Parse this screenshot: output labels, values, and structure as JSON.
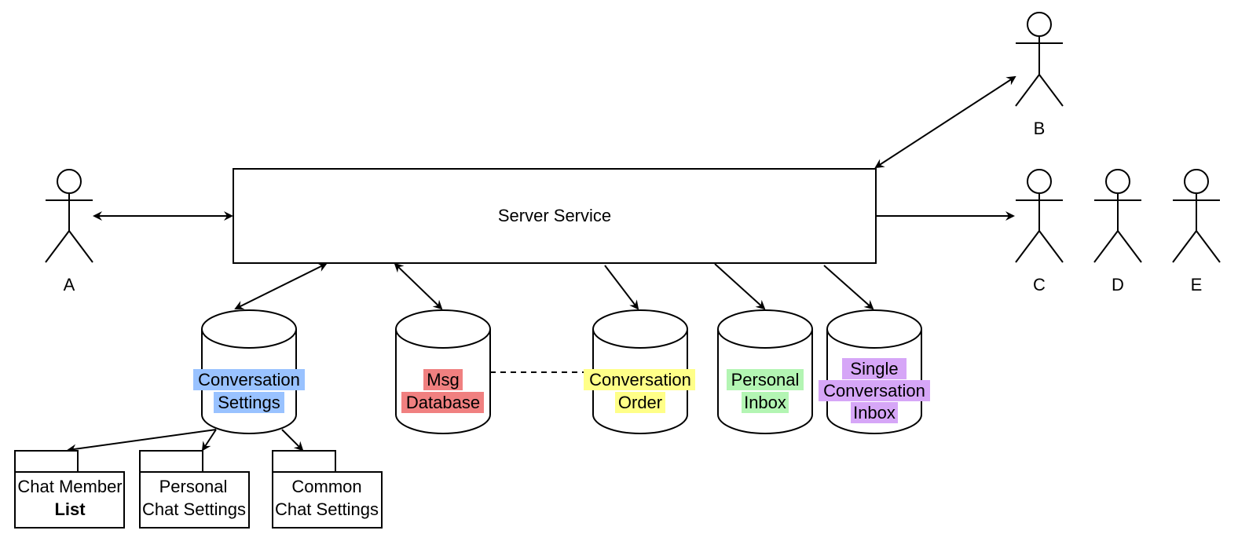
{
  "server": {
    "label": "Server Service"
  },
  "actors": {
    "a": "A",
    "b": "B",
    "c": "C",
    "d": "D",
    "e": "E"
  },
  "databases": {
    "conversation_settings": {
      "line1": "Conversation",
      "line2": "Settings",
      "highlight": "#99c2ff"
    },
    "msg_database": {
      "line1": "Msg",
      "line2": "Database",
      "highlight": "#f08080"
    },
    "conversation_order": {
      "line1": "Conversation",
      "line2": "Order",
      "highlight": "#ffff88"
    },
    "personal_inbox": {
      "line1": "Personal",
      "line2": "Inbox",
      "highlight": "#b3f5b3"
    },
    "single_conversation_inbox": {
      "line1": "Single",
      "line2": "Conversation",
      "line3": "Inbox",
      "highlight": "#d6a6f7"
    }
  },
  "tables": {
    "chat_member_list": {
      "line1": "Chat Member",
      "line2": "List"
    },
    "personal_chat_settings": {
      "line1": "Personal",
      "line2": "Chat Settings"
    },
    "common_chat_settings": {
      "line1": "Common",
      "line2": "Chat Settings"
    }
  }
}
